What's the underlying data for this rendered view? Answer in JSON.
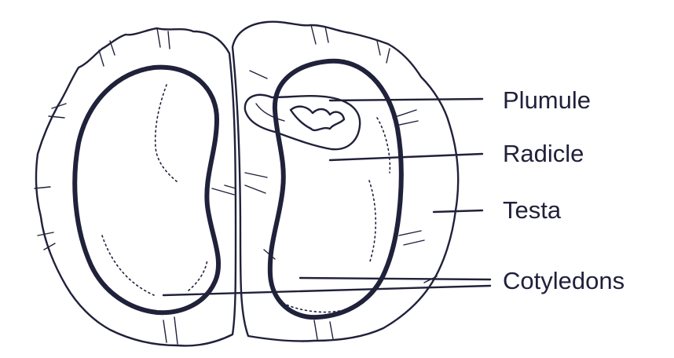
{
  "diagram": {
    "labels": [
      {
        "id": "plumule",
        "text": "Plumule"
      },
      {
        "id": "radicle",
        "text": "Radicle"
      },
      {
        "id": "testa",
        "text": "Testa"
      },
      {
        "id": "cotyledons",
        "text": "Cotyledons"
      }
    ],
    "colors": {
      "ink": "#20213a",
      "background": "#ffffff"
    }
  }
}
